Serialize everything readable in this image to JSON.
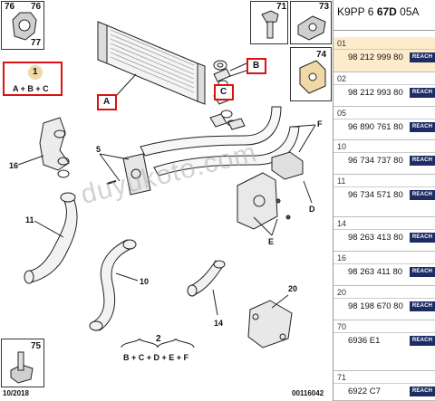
{
  "diagram": {
    "callouts": {
      "c76": "76",
      "c77": "77",
      "c71": "71",
      "c73": "73",
      "c74": "74",
      "c75": "75",
      "c16": "16",
      "c5": "5",
      "c11": "11",
      "c10": "10",
      "c14": "14",
      "c20": "20",
      "cD": "D",
      "cE": "E",
      "cF": "F",
      "c2": "2"
    },
    "red_labels": {
      "A": "A",
      "B": "B",
      "C": "C"
    },
    "item1": {
      "number": "1",
      "formula": "A + B + C"
    },
    "item2": {
      "formula": "B + C + D + E + F"
    },
    "watermark": "duyukoto.com",
    "footer_date": "10/2018",
    "footer_code": "00116042"
  },
  "parts_table": {
    "header_pre": "K9PP 6 ",
    "header_bold": "67D",
    "header_post": " 05A",
    "badge": "REACH",
    "rows": [
      {
        "index": "01",
        "part_number": "98 212 999 80",
        "selected": true
      },
      {
        "index": "02",
        "part_number": "98 212 993 80",
        "selected": false
      },
      {
        "index": "05",
        "part_number": "96 890 761 80",
        "selected": false
      },
      {
        "index": "10",
        "part_number": "96 734 737 80",
        "selected": false
      },
      {
        "index": "11",
        "part_number": "96 734 571 80",
        "selected": false
      },
      {
        "index": "14",
        "part_number": "98 263 413 80",
        "selected": false
      },
      {
        "index": "16",
        "part_number": "98 263 411 80",
        "selected": false
      },
      {
        "index": "20",
        "part_number": "98 198 670 80",
        "selected": false
      },
      {
        "index": "70",
        "part_number": "6936 E1",
        "selected": false
      },
      {
        "index": "71",
        "part_number": "6922 C7",
        "selected": false
      }
    ]
  }
}
